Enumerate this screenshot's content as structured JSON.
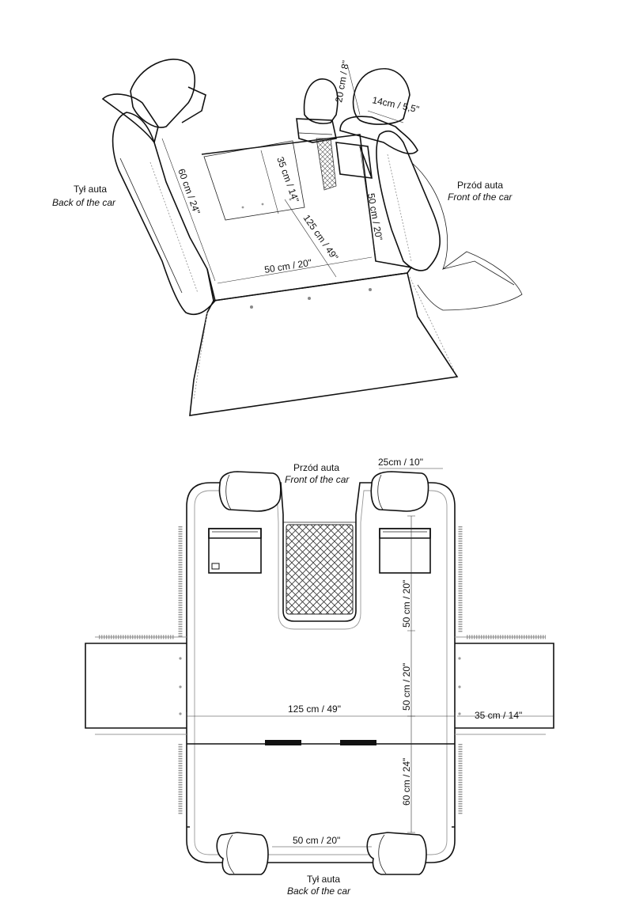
{
  "perspective_view": {
    "back_label_pl": "Tył auta",
    "back_label_en": "Back of the car",
    "front_label_pl": "Przód auta",
    "front_label_en": "Front of the car",
    "dims": {
      "headrest_height": "20 cm / 8\"",
      "headrest_width": "14cm / 5,5\"",
      "flap_width": "35 cm / 14\"",
      "side_length": "60 cm / 24\"",
      "total_length": "125 cm / 49\"",
      "front_height": "50 cm / 20\"",
      "bottom_width": "50 cm / 20\""
    }
  },
  "top_view": {
    "front_label_pl": "Przód auta",
    "front_label_en": "Front of the car",
    "back_label_pl": "Tył auta",
    "back_label_en": "Back of the car",
    "dims": {
      "headrest_width": "25cm / 10\"",
      "upper_length": "50 cm / 20\"",
      "middle_length": "50 cm / 20\"",
      "total_width": "125 cm / 49\"",
      "side_flap": "35 cm / 14\"",
      "lower_length": "60 cm / 24\"",
      "bottom_gap": "50 cm / 20\""
    }
  }
}
